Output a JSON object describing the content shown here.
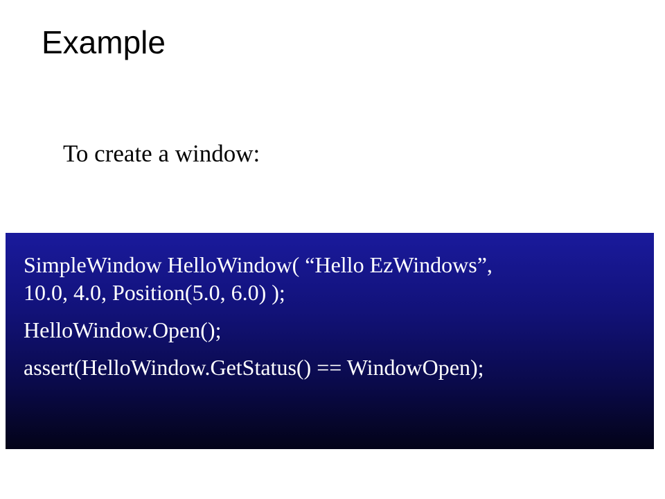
{
  "slide": {
    "title": "Example",
    "intro": "To create a window:",
    "code_lines": [
      "SimpleWindow HelloWindow( “Hello EzWindows”,",
      "10.0, 4.0, Position(5.0, 6.0) );",
      "HelloWindow.Open();",
      "assert(HelloWindow.GetStatus() == WindowOpen);"
    ]
  },
  "colors": {
    "code_box_top": "#1a1a9c",
    "code_box_bottom": "#030318",
    "code_text": "#ffffff"
  }
}
